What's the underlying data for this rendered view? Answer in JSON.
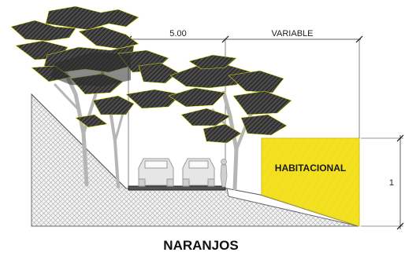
{
  "caption": "NARANJOS",
  "zone_label": "HABITACIONAL",
  "dimensions": {
    "road_width": "5.00",
    "right_width": "VARIABLE",
    "height_partial": "1"
  },
  "colors": {
    "zone_fill": "#f3e021",
    "tree_fill": "#3f3f3f",
    "ground_hatch": "#9a9a9a",
    "road": "#555555"
  },
  "icons": [
    "car-icon",
    "car-icon",
    "pedestrian-icon",
    "tree-icon"
  ]
}
